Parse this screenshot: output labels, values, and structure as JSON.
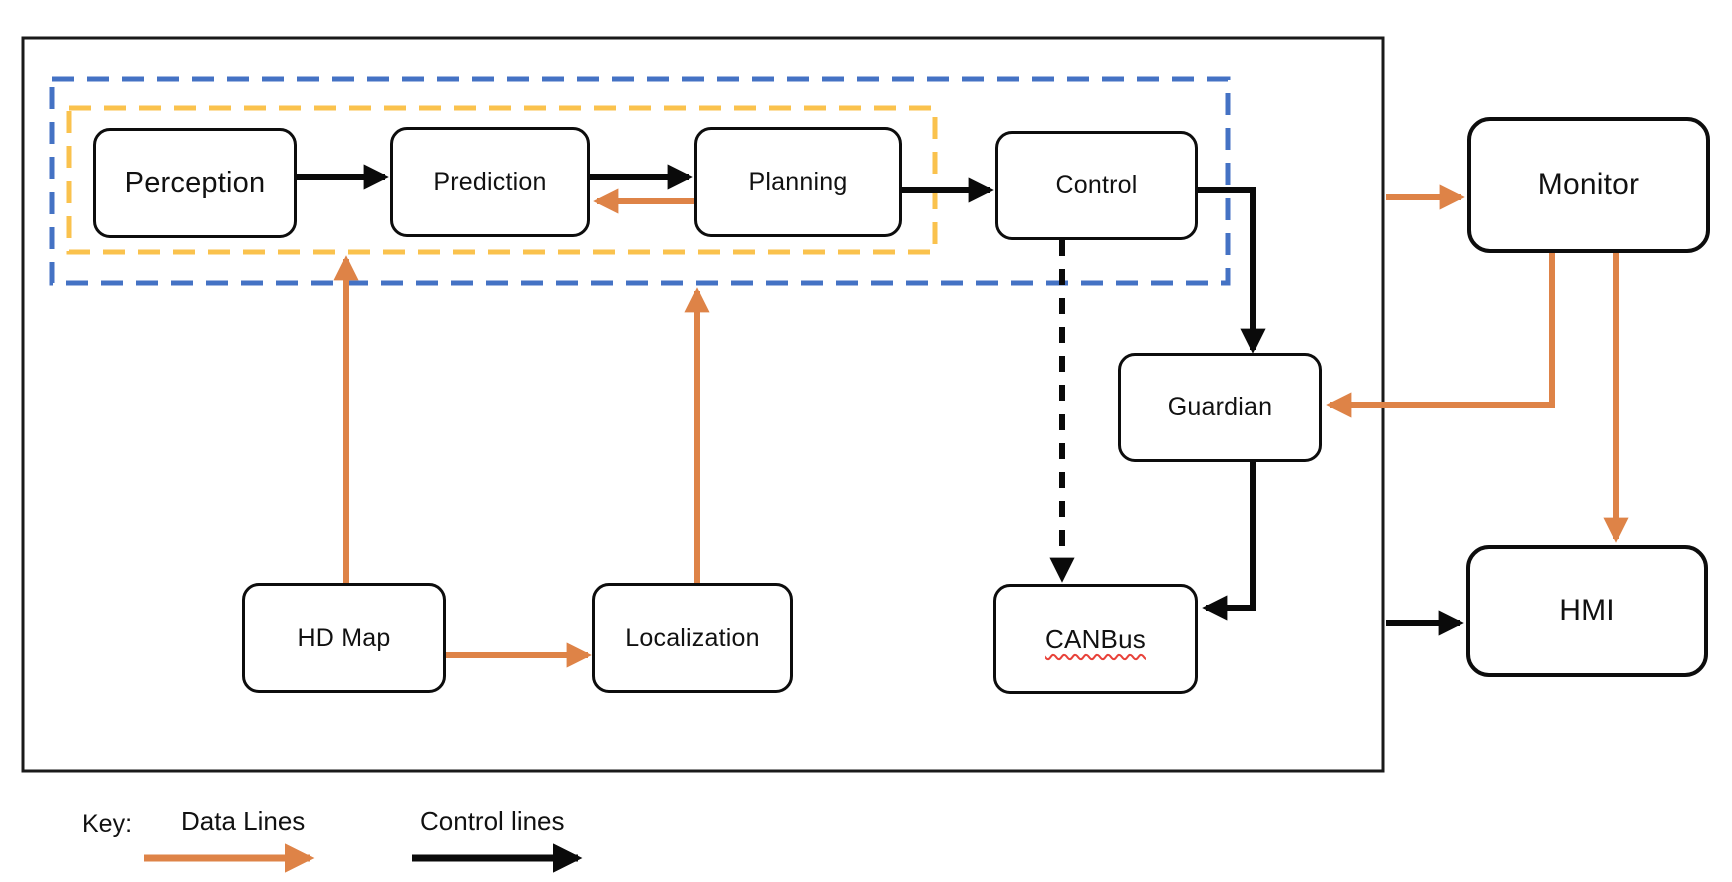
{
  "boxes": {
    "perception": "Perception",
    "prediction": "Prediction",
    "planning": "Planning",
    "control": "Control",
    "monitor": "Monitor",
    "guardian": "Guardian",
    "hd_map": "HD Map",
    "localization": "Localization",
    "canbus": "CANBus",
    "hmi": "HMI"
  },
  "key": {
    "label": "Key:",
    "data_lines_label": "Data Lines",
    "control_lines_label": "Control lines"
  },
  "colors": {
    "data_line_orange": "#DE8347",
    "control_line_black": "#0a0a0a",
    "outer_group_dashed_blue": "#4472C4",
    "inner_group_dashed_yellow": "#FAC24D",
    "spellcheck_underline_red": "#E8423A"
  },
  "edges": [
    {
      "from": "Perception",
      "to": "Prediction",
      "type": "control",
      "style": "solid"
    },
    {
      "from": "Prediction",
      "to": "Planning",
      "type": "control",
      "style": "solid"
    },
    {
      "from": "Planning",
      "to": "Prediction",
      "type": "data",
      "style": "solid"
    },
    {
      "from": "Planning",
      "to": "Control",
      "type": "control",
      "style": "solid"
    },
    {
      "from": "Control",
      "to": "Guardian",
      "type": "control",
      "style": "solid"
    },
    {
      "from": "Control",
      "to": "CANBus",
      "type": "control",
      "style": "dashed"
    },
    {
      "from": "Guardian",
      "to": "CANBus",
      "type": "control",
      "style": "solid"
    },
    {
      "from": "HD Map",
      "to": "Perception",
      "type": "data",
      "style": "solid"
    },
    {
      "from": "HD Map",
      "to": "Localization",
      "type": "data",
      "style": "solid"
    },
    {
      "from": "Localization",
      "to": "Planning",
      "type": "data",
      "style": "solid"
    },
    {
      "from": "system-boundary",
      "to": "Monitor",
      "type": "data",
      "style": "solid"
    },
    {
      "from": "Monitor",
      "to": "Guardian",
      "type": "data",
      "style": "solid"
    },
    {
      "from": "Monitor",
      "to": "HMI",
      "type": "data",
      "style": "solid"
    },
    {
      "from": "system-boundary",
      "to": "HMI",
      "type": "control",
      "style": "solid"
    }
  ]
}
